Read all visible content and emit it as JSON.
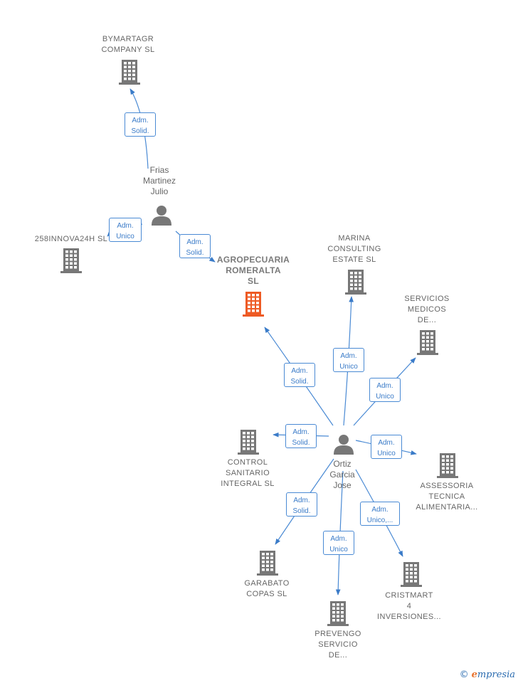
{
  "colors": {
    "edge": "#4a8ad4",
    "company": "#777777",
    "focus": "#ee5a24",
    "person": "#777777"
  },
  "nodes": [
    {
      "id": "bymartagr",
      "type": "company",
      "label": "BYMARTAGR\nCOMPANY  SL"
    },
    {
      "id": "frias",
      "type": "person",
      "label": "Frias\nMartinez\nJulio"
    },
    {
      "id": "innova",
      "type": "company",
      "label": "258INNOVA24H SL"
    },
    {
      "id": "agro",
      "type": "focus",
      "label": "AGROPECUARIA\nROMERALTA\nSL"
    },
    {
      "id": "marina",
      "type": "company",
      "label": "MARINA\nCONSULTING\nESTATE  SL"
    },
    {
      "id": "servicios",
      "type": "company",
      "label": "SERVICIOS\nMEDICOS\nDE..."
    },
    {
      "id": "ortiz",
      "type": "person",
      "label": "Ortiz\nGarcia\nJose"
    },
    {
      "id": "control",
      "type": "company",
      "label": "CONTROL\nSANITARIO\nINTEGRAL SL"
    },
    {
      "id": "assessoria",
      "type": "company",
      "label": "ASSESSORIA\nTECNICA\nALIMENTARIA..."
    },
    {
      "id": "garabato",
      "type": "company",
      "label": "GARABATO\nCOPAS SL"
    },
    {
      "id": "prevengo",
      "type": "company",
      "label": "PREVENGO\nSERVICIO\nDE..."
    },
    {
      "id": "cristmart",
      "type": "company",
      "label": "CRISTMART\n4\nINVERSIONES..."
    }
  ],
  "edges": [
    {
      "from": "frias",
      "to": "bymartagr",
      "label": "Adm.\nSolid."
    },
    {
      "from": "frias",
      "to": "innova",
      "label": "Adm.\nUnico"
    },
    {
      "from": "frias",
      "to": "agro",
      "label": "Adm.\nSolid."
    },
    {
      "from": "ortiz",
      "to": "agro",
      "label": "Adm.\nSolid."
    },
    {
      "from": "ortiz",
      "to": "marina",
      "label": "Adm.\nUnico"
    },
    {
      "from": "ortiz",
      "to": "servicios",
      "label": "Adm.\nUnico"
    },
    {
      "from": "ortiz",
      "to": "control",
      "label": "Adm.\nSolid."
    },
    {
      "from": "ortiz",
      "to": "assessoria",
      "label": "Adm.\nUnico"
    },
    {
      "from": "ortiz",
      "to": "garabato",
      "label": "Adm.\nSolid."
    },
    {
      "from": "ortiz",
      "to": "prevengo",
      "label": "Adm.\nUnico"
    },
    {
      "from": "ortiz",
      "to": "cristmart",
      "label": "Adm.\nUnico,..."
    }
  ],
  "footer": {
    "copyright": "©",
    "brand_initial": "e",
    "brand_rest": "mpresia"
  }
}
